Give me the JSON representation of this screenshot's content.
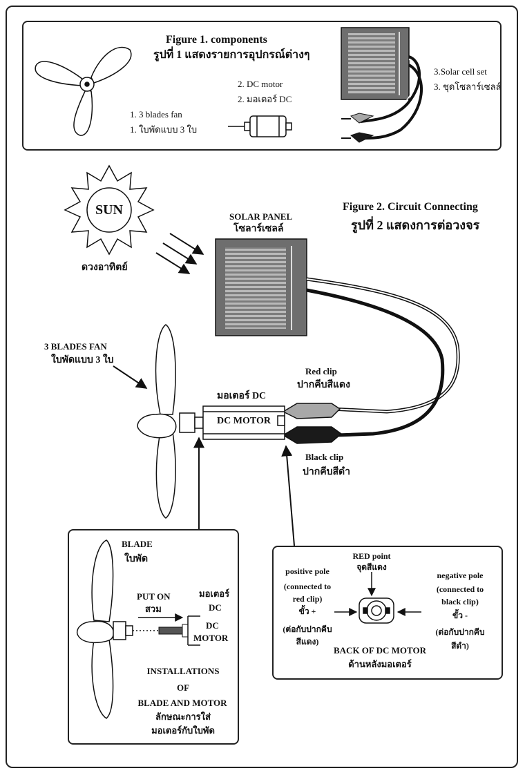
{
  "fig1": {
    "title_en": "Figure 1. components",
    "title_th": "รูปที่ 1 แสดงรายการอุปกรณ์ต่างๆ",
    "fan_en": "1. 3 blades fan",
    "fan_th": "1. ใบพัดแบบ 3 ใบ",
    "motor_en": "2. DC motor",
    "motor_th": "2. มอเตอร์ DC",
    "solar_en": "3.Solar cell set",
    "solar_th": "3. ชุดโซลาร์เซลล์"
  },
  "fig2": {
    "title_en": "Figure 2. Circuit Connecting",
    "title_th": "รูปที่ 2 แสดงการต่อวงจร",
    "sun": "SUN",
    "sun_th": "ดวงอาทิตย์",
    "solar_en": "SOLAR PANEL",
    "solar_th": "โซลาร์เซลล์",
    "fan_en": "3 BLADES FAN",
    "fan_th": "ใบพัดแบบ 3 ใบ",
    "motor_th": "มอเตอร์ DC",
    "motor_en": "DC MOTOR",
    "red_en": "Red clip",
    "red_th": "ปากคีบสีแดง",
    "black_en": "Black clip",
    "black_th": "ปากคีบสีดำ"
  },
  "install": {
    "blade_en": "BLADE",
    "blade_th": "ใบพัด",
    "put_en": "PUT ON",
    "put_th": "สวม",
    "motor_th": "มอเตอร์",
    "motor_dc": "DC",
    "motor_en1": "DC",
    "motor_en2": "MOTOR",
    "cap1": "INSTALLATIONS",
    "cap2": "OF",
    "cap3": "BLADE AND MOTOR",
    "cap_th1": "ลักษณะการใส่",
    "cap_th2": "มอเตอร์กับใบพัด"
  },
  "back": {
    "red_en": "RED point",
    "red_th": "จุดสีแดง",
    "pos1": "positive pole",
    "pos2": "(connected to",
    "pos3": "red clip)",
    "pos4": "ขั้ว +",
    "pos5": "(ต่อกับปากคีบ",
    "pos6": "สีแดง)",
    "neg1": "negative pole",
    "neg2": "(connected to",
    "neg3": "black clip)",
    "neg4": "ขั้ว -",
    "neg5": "(ต่อกับปากคีบ",
    "neg6": "สีดำ)",
    "cap_en": "BACK OF DC MOTOR",
    "cap_th": "ด้านหลังมอเตอร์"
  },
  "colors": {
    "panel": "#8a8a8a",
    "red_clip": "#a8a8a8",
    "black_clip": "#1a1a1a",
    "ink": "#111111"
  }
}
